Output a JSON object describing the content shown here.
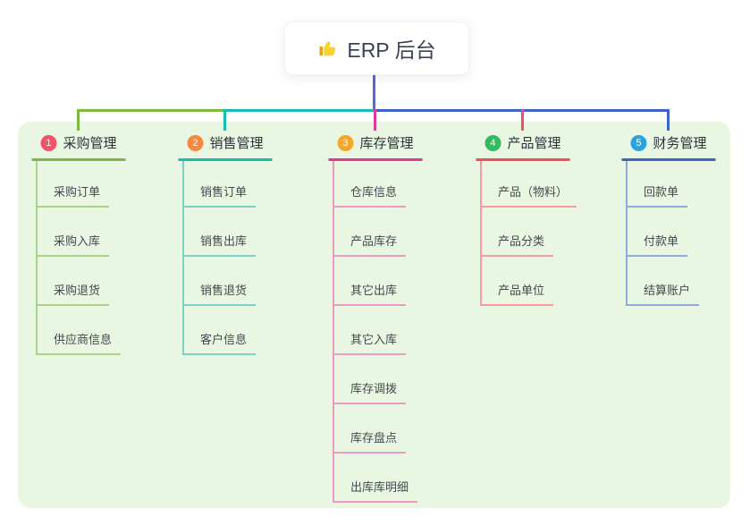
{
  "root": {
    "label": "ERP 后台",
    "icon": "thumbs-up",
    "line_color": "#5667d5"
  },
  "panel": {
    "background_color": "#e9f6e2"
  },
  "branches": [
    {
      "num": "1",
      "label": "采购管理",
      "badge_color": "#f0536a",
      "line_color": "#7db842",
      "child_line_color": "#a9d387",
      "children": [
        "采购订单",
        "采购入库",
        "采购退货",
        "供应商信息"
      ]
    },
    {
      "num": "2",
      "label": "销售管理",
      "badge_color": "#f8863b",
      "line_color": "#12bfb0",
      "child_line_color": "#79d2c6",
      "children": [
        "销售订单",
        "销售出库",
        "销售退货",
        "客户信息"
      ]
    },
    {
      "num": "3",
      "label": "库存管理",
      "badge_color": "#f7a62a",
      "line_color": "#e03896",
      "child_line_color": "#ee9ac4",
      "children": [
        "仓库信息",
        "产品库存",
        "其它出库",
        "其它入库",
        "库存调拨",
        "库存盘点",
        "出库库明细"
      ]
    },
    {
      "num": "4",
      "label": "产品管理",
      "badge_color": "#2ebd5f",
      "line_color": "#f64d57",
      "child_line_color": "#f79ba1",
      "children": [
        "产品（物料）",
        "产品分类",
        "产品单位"
      ]
    },
    {
      "num": "5",
      "label": "财务管理",
      "badge_color": "#2ba3e0",
      "line_color": "#3e63cb",
      "child_line_color": "#8ea9de",
      "children": [
        "回款单",
        "付款单",
        "结算账户"
      ]
    }
  ]
}
